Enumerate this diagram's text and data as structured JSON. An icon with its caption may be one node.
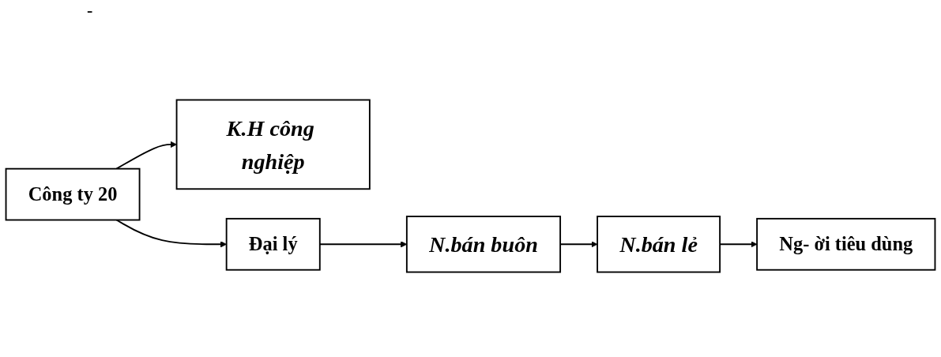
{
  "diagram": {
    "nodes": [
      {
        "text": [
          "Công ty 20"
        ]
      },
      {
        "text": [
          "K.H công nghiệp"
        ]
      },
      {
        "text": [
          "Đại lý"
        ]
      },
      {
        "text": [
          "N.bán buôn"
        ]
      },
      {
        "text": [
          "N.bán lẻ"
        ]
      },
      {
        "text": [
          "Ng- ời tiêu dùng"
        ]
      }
    ],
    "edges": [
      {
        "from": 0,
        "to": 1,
        "arrow": "to"
      },
      {
        "from": 0,
        "to": 2,
        "arrow": "to"
      },
      {
        "from": 2,
        "to": 3,
        "arrow": "to"
      },
      {
        "from": 3,
        "to": 4,
        "arrow": "to"
      },
      {
        "from": 4,
        "to": 5,
        "arrow": "to"
      }
    ],
    "labels": [
      "-"
    ]
  }
}
